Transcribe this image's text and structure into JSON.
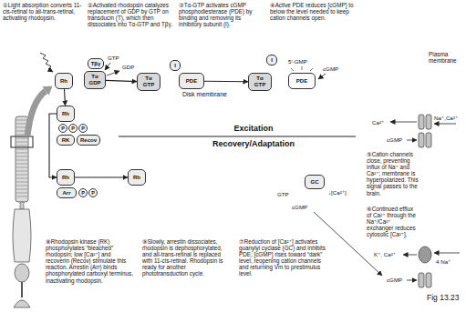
{
  "diagram": {
    "caption": "Fig 13.23",
    "nodes": [
      {
        "text": [
          "Plasma membrane"
        ]
      },
      {
        "text": [
          "Disk membrane",
          "Excitation",
          "Recovery/Adaptation"
        ],
        "in": 0
      },
      {
        "text": [
          "Rh"
        ],
        "in": 1
      },
      {
        "text": [
          "Tβγ"
        ],
        "in": 1
      },
      {
        "text": [
          "Tα",
          "GDP"
        ],
        "in": 1
      },
      {
        "text": [
          "Tα",
          "GTP"
        ],
        "in": 1
      },
      {
        "text": [
          "I"
        ],
        "in": 1
      },
      {
        "text": [
          "PDE"
        ],
        "in": 1
      },
      {
        "text": [
          "Tα",
          "GTP"
        ],
        "in": 1
      },
      {
        "text": [
          "I"
        ],
        "in": 0
      },
      {
        "text": [
          "PDE"
        ],
        "in": 1
      },
      {
        "text": [
          "Rh"
        ],
        "in": 1
      },
      {
        "text": [
          "P"
        ],
        "in": 1
      },
      {
        "text": [
          "P"
        ],
        "in": 1
      },
      {
        "text": [
          "P"
        ],
        "in": 1
      },
      {
        "text": [
          "RK"
        ],
        "in": 1
      },
      {
        "text": [
          "Recov"
        ],
        "in": 1
      },
      {
        "text": [
          "Rh"
        ],
        "in": 1
      },
      {
        "text": [
          "Arr"
        ],
        "in": 1
      },
      {
        "text": [
          "P"
        ],
        "in": 1
      },
      {
        "text": [
          "P"
        ],
        "in": 1
      },
      {
        "text": [
          "Rh"
        ],
        "in": 1
      },
      {
        "text": [
          "GC"
        ],
        "in": 1
      }
    ],
    "edges": [
      {
        "from": 4,
        "to": 5,
        "arrow": "to"
      },
      {
        "from": 7,
        "to": 8,
        "arrow": "to"
      },
      {
        "from": 2,
        "to": 11,
        "arrow": "to"
      },
      {
        "from": 11,
        "to": 17,
        "arrow": "to"
      },
      {
        "from": 17,
        "to": 21,
        "arrow": "to"
      }
    ],
    "labels": [
      "①Light absorption converts 11-cis-retinal to all-trans-retinal, activating rhodopsin.",
      "②Activated rhodopsin catalyzes replacement of GDP by GTP on transducin (T), which then dissociates into Tα-GTP and Tβγ.",
      "③Tα-GTP activates cGMP phosphodiesterase (PDE) by binding and removing its inhibitory subunit (I).",
      "④Active PDE reduces [cGMP] to below the level needed to keep cation channels open.",
      "⑤Cation channels close, preventing influx of Na⁺ and Ca²⁺; membrane is hyperpolarized. This signal passes to the brain.",
      "⑥Continued efflux of Ca²⁺ through the Na⁺/Ca²⁺ exchanger reduces cytosolic [Ca²⁺].",
      "⑦Reduction of [Ca²⁺] activates guanylyl cyclase (GC) and inhibits PDE; [cGMP] rises toward “dark” level, reopening cation channels and returning Vm to prestimulus level.",
      "⑧Rhodopsin kinase (RK) phosphorylates “bleached” rhodopsin; low [Ca²⁺] and recoverin (Recov) stimulate this reaction. Arrestin (Arr) binds phosphorylated carboxyl terminus, inactivating rhodopsin.",
      "⑨Slowly, arrestin dissociates, rhodopsin is dephosphorylated, and all-trans-retinal is replaced with 11-cis-retinal. Rhodopsin is ready for another phototransduction cycle.",
      "GTP",
      "GDP",
      "5′-GMP",
      "cGMP",
      "Na⁺,Ca²⁺",
      "Ca²⁺",
      "cGMP",
      "K⁺, Ca²⁺",
      "4 Na⁺",
      "GTP",
      "cGMP",
      "↓[Ca²⁺]",
      "cGMP"
    ]
  }
}
